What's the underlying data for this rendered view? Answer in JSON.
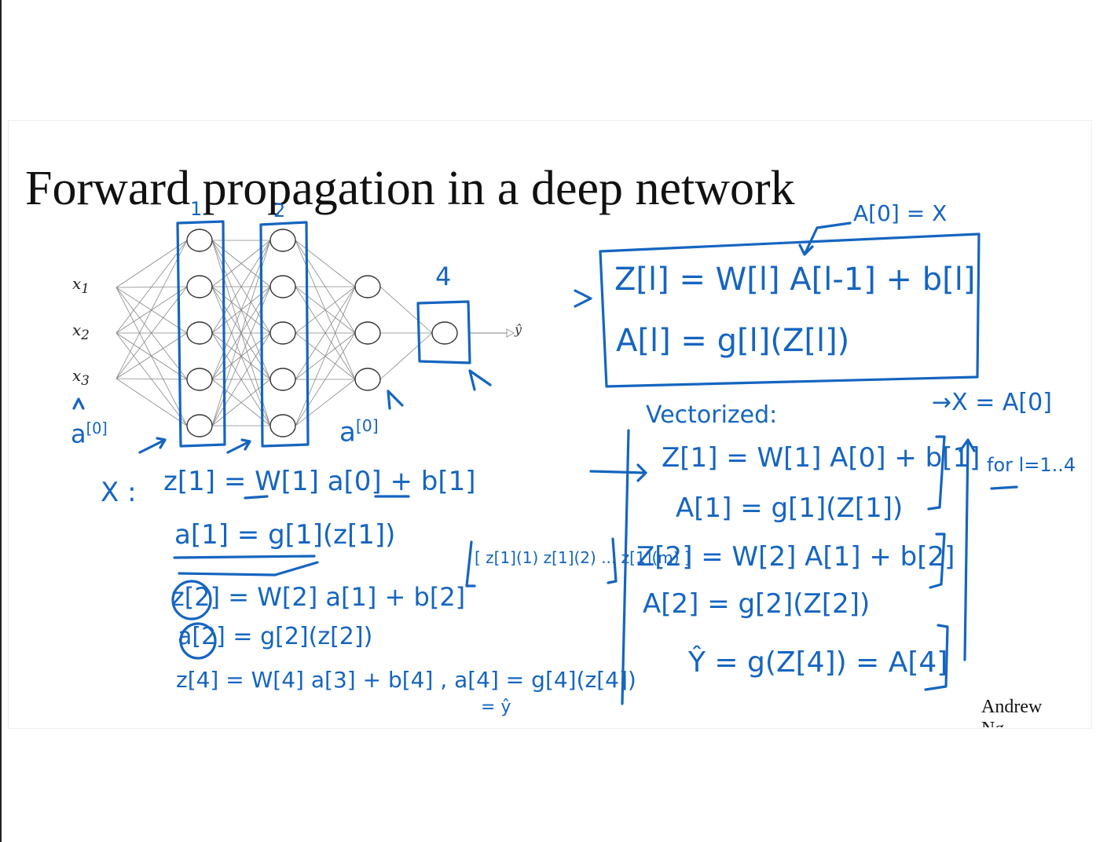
{
  "slide": {
    "title": "Forward propagation in a deep network",
    "author": "Andrew Ng"
  },
  "network": {
    "inputs": [
      "x1",
      "x2",
      "x3"
    ],
    "input_subscripts": [
      "1",
      "2",
      "3"
    ],
    "layer_sizes": [
      5,
      5,
      3,
      1
    ],
    "output_label": "ŷ"
  },
  "annotations": {
    "layer1": "1",
    "layer2": "2",
    "layer4": "4",
    "a0": "a",
    "a0_sup": "[0]",
    "a0_mid": "a",
    "a0_mid_sup": "[0]",
    "vectorized": "Vectorized:",
    "x_eq_a0": "→X = A[0]",
    "for_loop": "for l=1..4",
    "general_line1": "Z[l] = W[l] A[l-1] + b[l]",
    "general_line2": "A[l] = g[l](Z[l])",
    "a0_eq_x": "A[0] = X",
    "ex_x": "X :",
    "ex_line1": "z[1] = W[1] a[0] + b[1]",
    "ex_line2": "a[1] = g[1](z[1])",
    "ex_line3": "z[2] = W[2] a[1] + b[2]",
    "ex_line4": "a[2] = g[2](z[2])",
    "ex_line5": "z[4] = W[4] a[3] + b[4] ,  a[4] = g[4](z[4])",
    "ex_line5b": "= ŷ",
    "matrix": "[ z[1](1)  z[1](2) ... z[1](m) ]",
    "vec_line1": "Z[1] = W[1] A[0] + b[1]",
    "vec_line2": "A[1] = g[1](Z[1])",
    "vec_line3": "Z[2] = W[2] A[1] + b[2]",
    "vec_line4": "A[2] = g[2](Z[2])",
    "vec_line5": "Ŷ = g(Z[4]) = A[4]"
  },
  "colors": {
    "ink": "#1565c0",
    "text": "#111111",
    "network": "#555555"
  }
}
